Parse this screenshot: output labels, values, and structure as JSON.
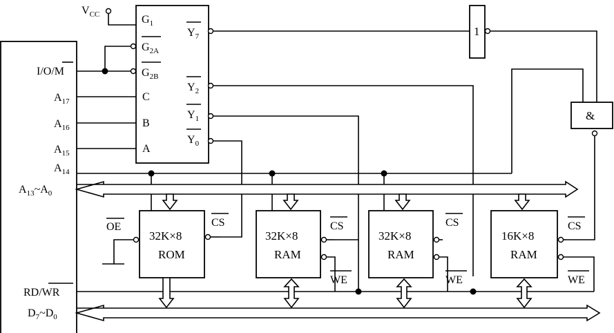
{
  "labels": {
    "vcc": "V",
    "vcc_sub": "CC",
    "g1": "G",
    "g1_sub": "1",
    "g2a": "G",
    "g2a_sub": "2A",
    "g2b": "G",
    "g2b_sub": "2B",
    "c": "C",
    "b": "B",
    "a": "A",
    "y7": "Y",
    "y7_sub": "7",
    "y2": "Y",
    "y2_sub": "2",
    "y1": "Y",
    "y1_sub": "1",
    "y0": "Y",
    "y0_sub": "0",
    "io_m": "I/O/",
    "io_m_bar": "M",
    "a17": "A",
    "a17_sub": "17",
    "a16": "A",
    "a16_sub": "16",
    "a15": "A",
    "a15_sub": "15",
    "a14": "A",
    "a14_sub": "14",
    "a13_a0_1": "A",
    "a13_a0_sub1": "13",
    "a13_a0_mid": "~A",
    "a13_a0_sub2": "0",
    "rd_wr": "RD/",
    "rd_wr_bar": "WR",
    "d7_d0_1": "D",
    "d7_d0_sub1": "7",
    "d7_d0_mid": "~D",
    "d7_d0_sub2": "0",
    "not_gate": "1",
    "and_gate": "&",
    "oe": "OE",
    "cs": "CS",
    "we": "WE"
  },
  "chips": [
    {
      "size": "32K×8",
      "type": "ROM"
    },
    {
      "size": "32K×8",
      "type": "RAM"
    },
    {
      "size": "32K×8",
      "type": "RAM"
    },
    {
      "size": "16K×8",
      "type": "RAM"
    }
  ]
}
